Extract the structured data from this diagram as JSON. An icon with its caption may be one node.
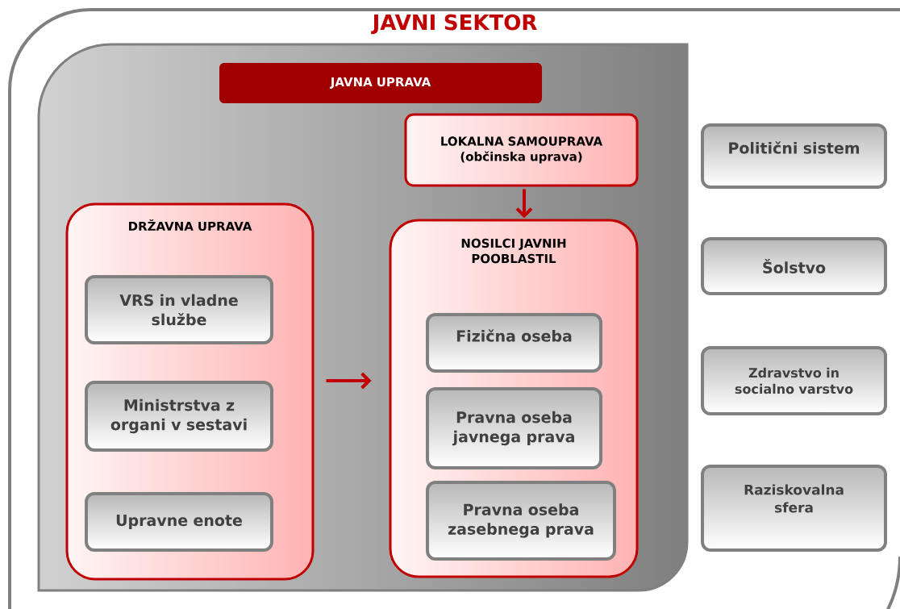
{
  "diagram": {
    "nodes": [
      {
        "text": [
          "JAVNI SEKTOR"
        ]
      },
      {
        "text": [],
        "shape": "box",
        "in": 0
      },
      {
        "text": [
          "JAVNA UPRAVA"
        ],
        "in": 1
      },
      {
        "text": [
          "LOKALNA SAMOUPRAVA (občinska uprava)"
        ],
        "in": 1
      },
      {
        "text": [
          "DRŽAVNA UPRAVA"
        ],
        "in": 1
      },
      {
        "text": [
          "VRS in vladne službe"
        ],
        "in": 4
      },
      {
        "text": [
          "Ministrstva z organi v sestavi"
        ],
        "in": 4
      },
      {
        "text": [
          "Upravne enote"
        ],
        "in": 4
      },
      {
        "text": [
          "NOSILCI JAVNIH POOBLASTIL"
        ],
        "in": 1
      },
      {
        "text": [
          "Fizična oseba"
        ],
        "in": 8
      },
      {
        "text": [
          "Pravna oseba javnega prava"
        ],
        "in": 8
      },
      {
        "text": [
          "Pravna oseba zasebnega prava"
        ],
        "in": 8
      },
      {
        "text": [
          "Politični sistem"
        ],
        "in": 0
      },
      {
        "text": [
          "Šolstvo"
        ],
        "in": 0
      },
      {
        "text": [
          "Zdravstvo in socialno varstvo"
        ],
        "in": 0
      },
      {
        "text": [
          "Raziskovalna sfera"
        ],
        "in": 0
      }
    ],
    "edges": [
      {
        "from": 3,
        "to": 8,
        "arrow": "to"
      },
      {
        "from": 4,
        "to": 8,
        "arrow": "to"
      }
    ]
  }
}
